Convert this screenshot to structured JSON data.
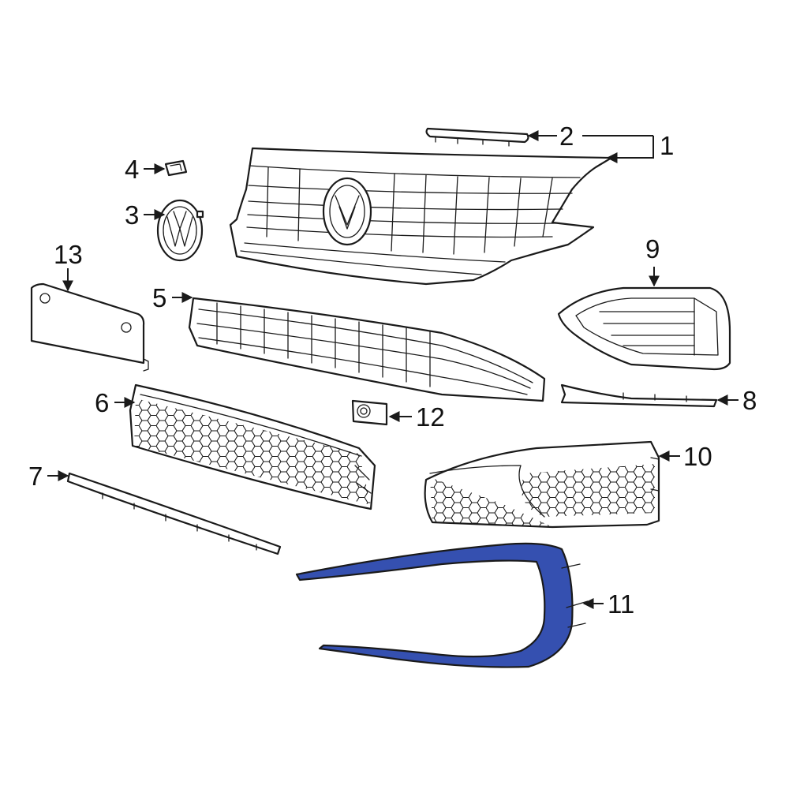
{
  "accent_color": "#3550b0",
  "callouts": {
    "c1": "1",
    "c2": "2",
    "c3": "3",
    "c4": "4",
    "c5": "5",
    "c6": "6",
    "c7": "7",
    "c8": "8",
    "c9": "9",
    "c10": "10",
    "c11": "11",
    "c12": "12",
    "c13": "13"
  }
}
